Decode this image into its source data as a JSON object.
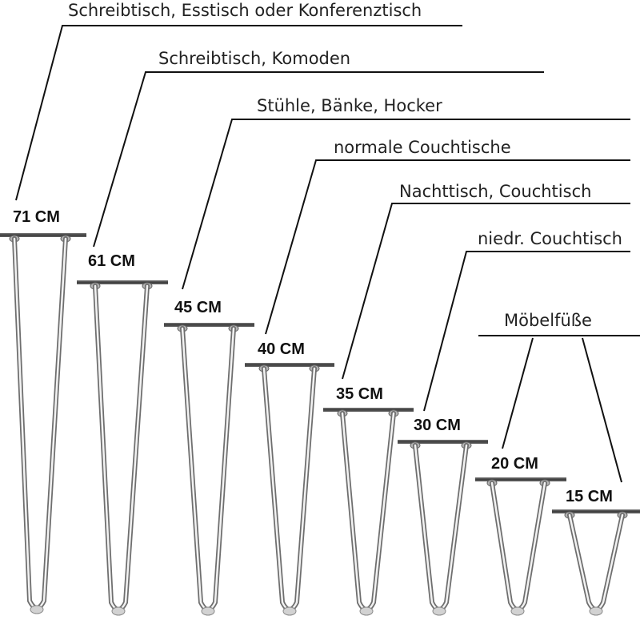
{
  "legs": [
    {
      "size_label": "71 CM",
      "use": "Schreibtisch, Esstisch oder Konferenztisch"
    },
    {
      "size_label": "61 CM",
      "use": "Schreibtisch, Komoden"
    },
    {
      "size_label": "45 CM",
      "use": "Stühle, Bänke, Hocker"
    },
    {
      "size_label": "40 CM",
      "use": "normale Couchtische"
    },
    {
      "size_label": "35 CM",
      "use": "Nachttisch, Couchtisch"
    },
    {
      "size_label": "30 CM",
      "use": "niedr. Couchtisch"
    },
    {
      "size_label": "20 CM",
      "use": "Möbelfüße"
    },
    {
      "size_label": "15 CM",
      "use": "Möbelfüße"
    }
  ],
  "group_label": "Möbelfüße",
  "colors": {
    "text": "#222222",
    "line": "#111111",
    "plate": "#555555",
    "rod": "#9a9a9a",
    "rod_highlight": "#f4f4f4",
    "foot": "#cfcfcf"
  }
}
